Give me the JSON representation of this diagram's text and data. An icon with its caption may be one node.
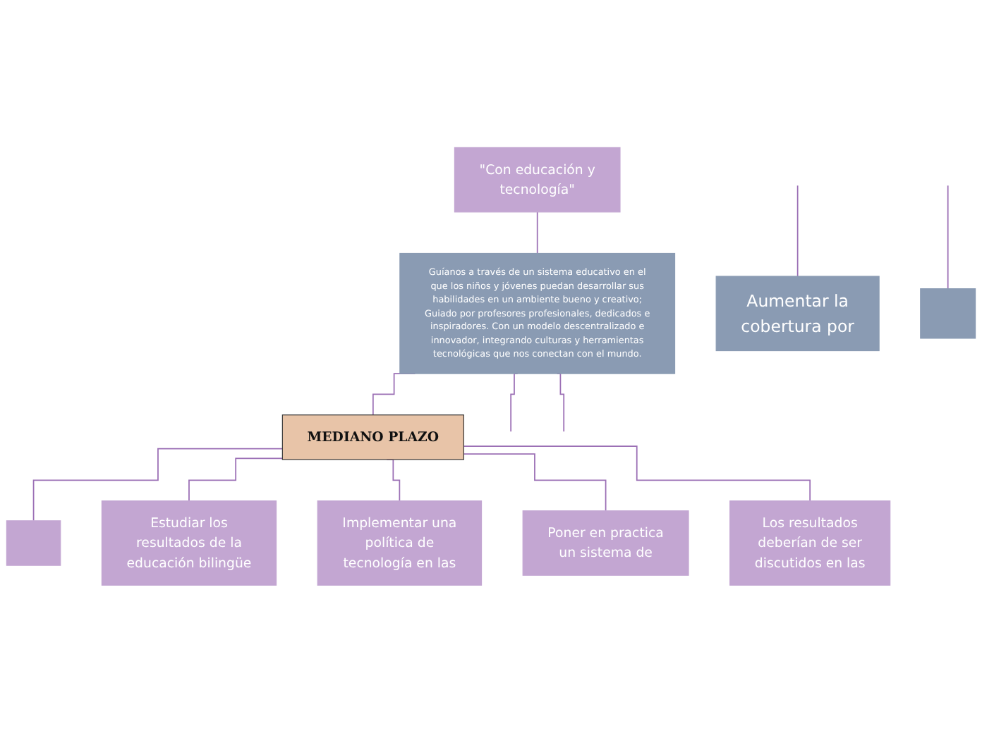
{
  "diagram": {
    "nodes": [
      {
        "text": [
          "\"Con educación y tecnología\""
        ]
      },
      {
        "text": [
          "Guíanos a través de un sistema educativo en el que los niños y jóvenes puedan desarrollar sus habilidades en un ambiente bueno y creativo; Guiado por profesores profesionales, dedicados e inspiradores. Con un modelo descentralizado e innovador, integrando culturas y herramientas tecnológicas que nos conectan con el mundo."
        ]
      },
      {
        "text": [
          "MEDIANO PLAZO"
        ]
      },
      {
        "text": [],
        "shape": "box"
      },
      {
        "text": [
          "Estudiar los resultados de la educación bilingüe"
        ]
      },
      {
        "text": [
          "Implementar una política de tecnología en las"
        ]
      },
      {
        "text": [
          "Poner en practica un sistema de"
        ]
      },
      {
        "text": [
          "Los resultados deberían de ser discutidos en las"
        ]
      },
      {
        "text": [
          "Aumentar la cobertura por"
        ]
      },
      {
        "text": [],
        "shape": "box"
      }
    ],
    "edges": [
      {
        "from": 0,
        "to": 1,
        "arrow": "none"
      },
      {
        "from": 1,
        "to": null,
        "arrow": "none"
      },
      {
        "from": 1,
        "to": 2,
        "arrow": "none"
      },
      {
        "from": 1,
        "to": null,
        "arrow": "none"
      },
      {
        "from": 2,
        "to": 3,
        "arrow": "none"
      },
      {
        "from": 2,
        "to": 4,
        "arrow": "none"
      },
      {
        "from": 2,
        "to": 5,
        "arrow": "none"
      },
      {
        "from": 2,
        "to": 6,
        "arrow": "none"
      },
      {
        "from": 2,
        "to": 7,
        "arrow": "none"
      },
      {
        "from": null,
        "to": 8,
        "arrow": "none"
      },
      {
        "from": null,
        "to": 9,
        "arrow": "none"
      }
    ]
  }
}
